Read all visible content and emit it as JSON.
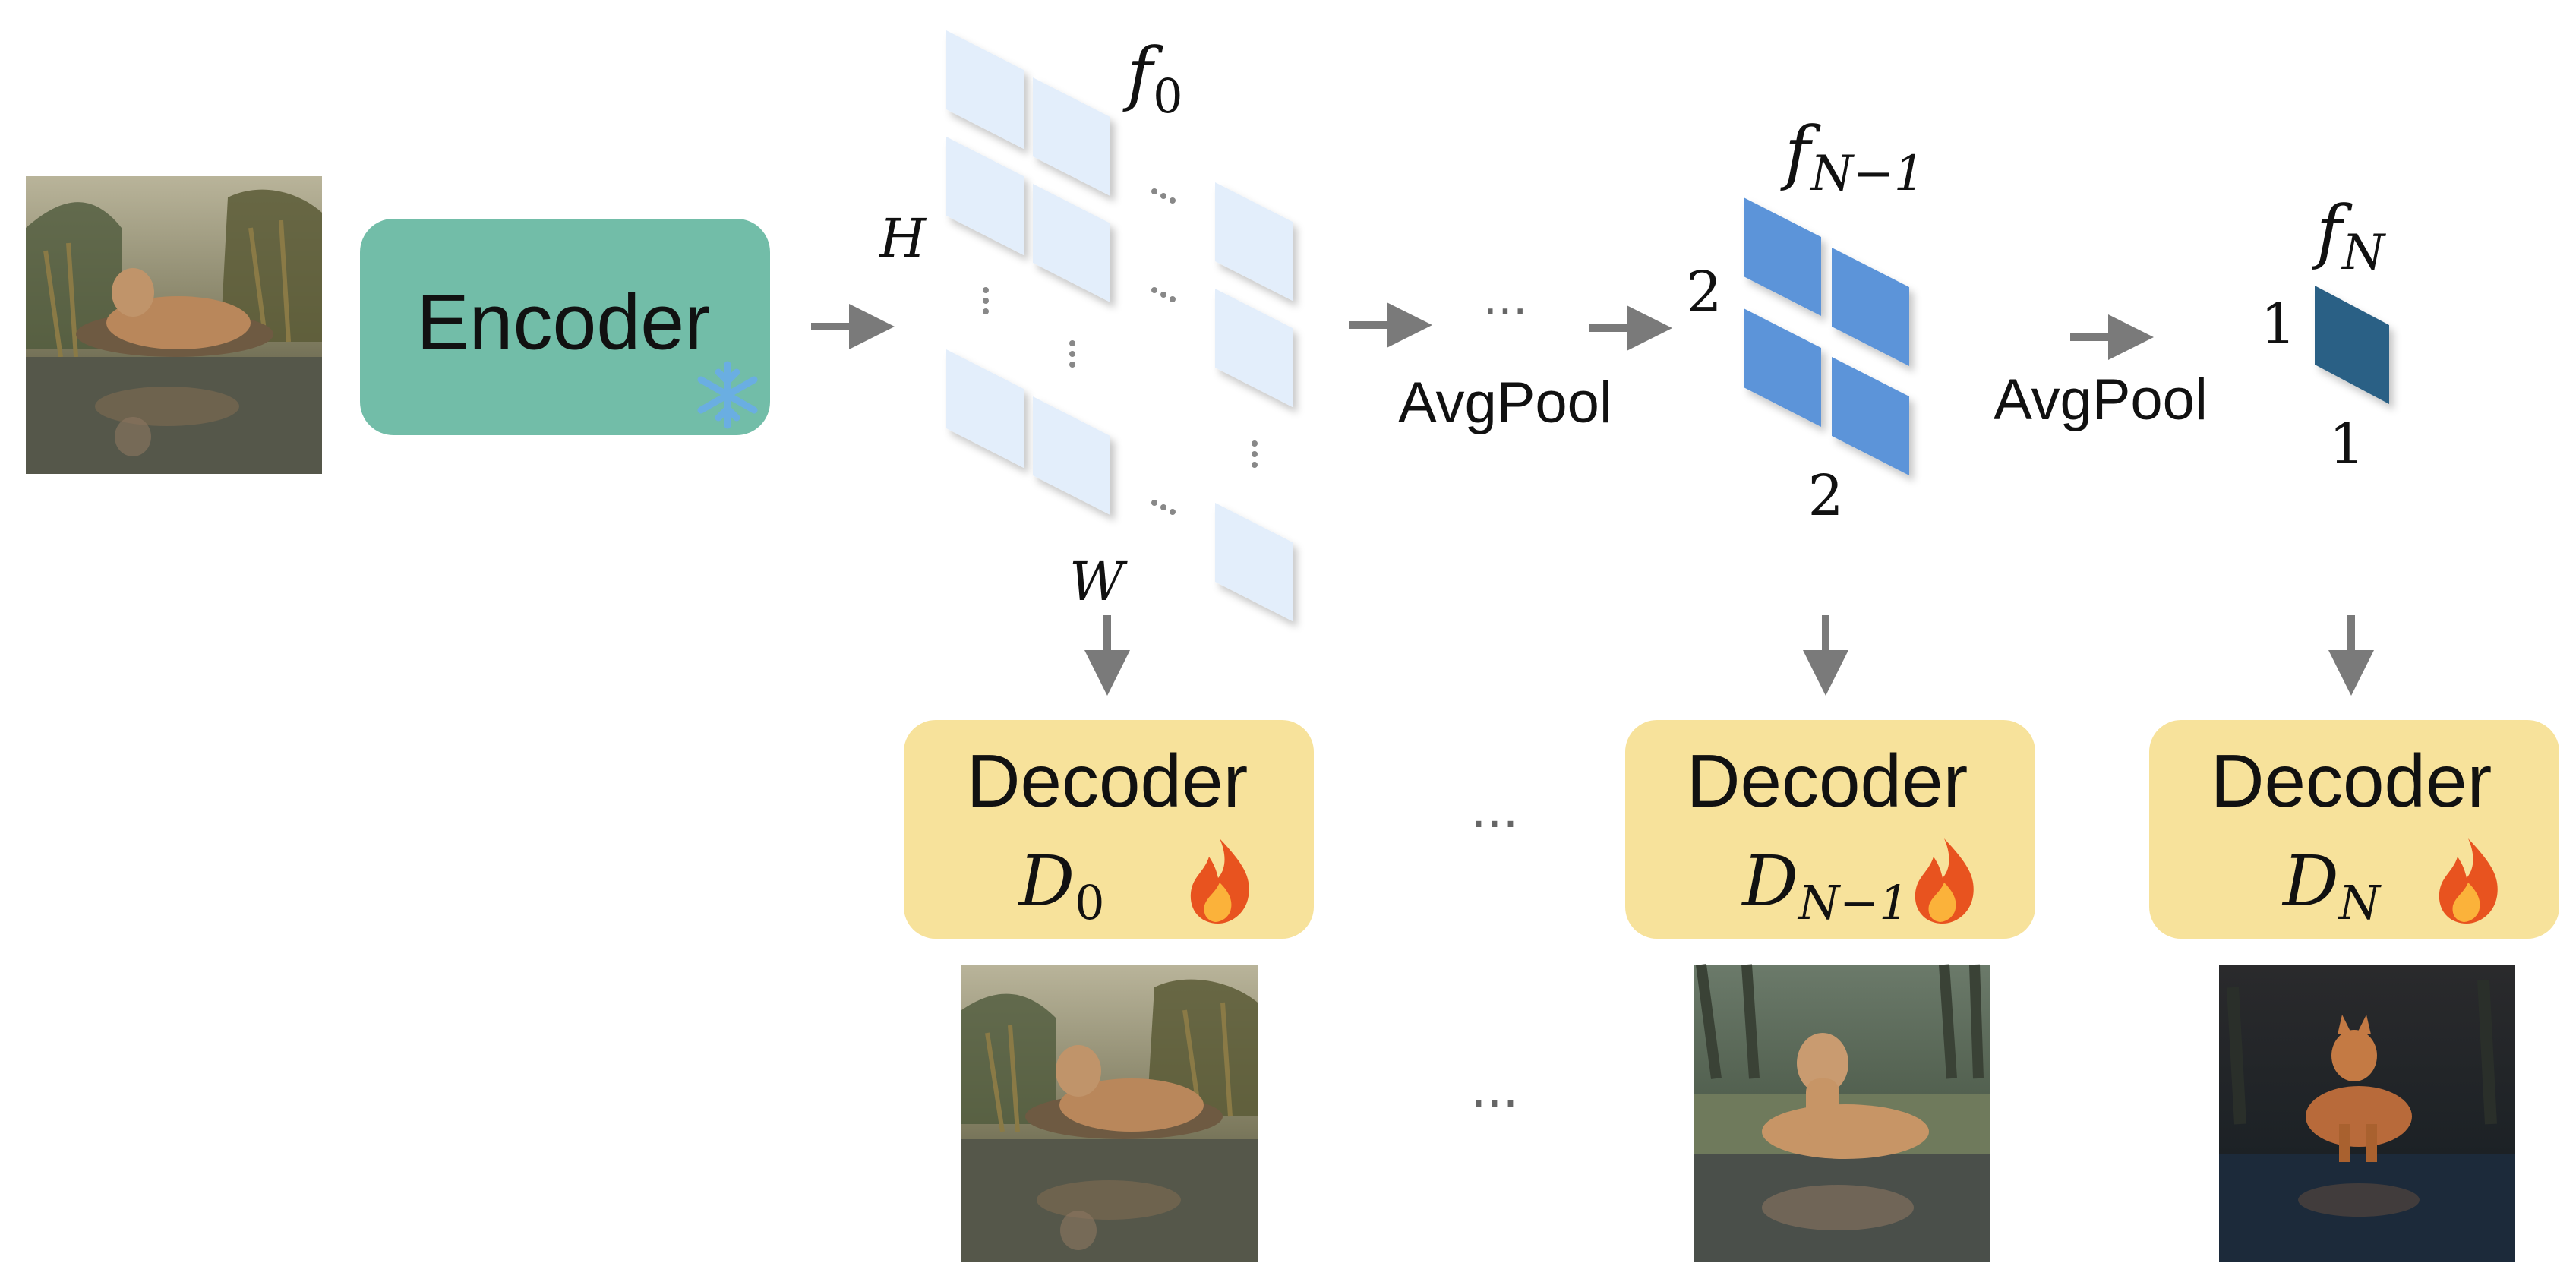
{
  "encoder": {
    "label": "Encoder",
    "icon": "snowflake-icon",
    "color": "#72bda8"
  },
  "features": {
    "f0": {
      "label": "f",
      "sub": "0",
      "height_label": "H",
      "width_label": "W",
      "color": "#e3eefb"
    },
    "fN_minus_1": {
      "label": "f",
      "sub": "N−1",
      "size_label_left": "2",
      "size_label_bottom": "2",
      "color": "#5b94d9"
    },
    "fN": {
      "label": "f",
      "sub": "N",
      "size_label_left": "1",
      "size_label_bottom": "1",
      "color": "#2c6085"
    }
  },
  "pooling": {
    "label_1": "AvgPool",
    "label_2": "AvgPool",
    "ellipsis": "···"
  },
  "decoders": [
    {
      "title": "Decoder",
      "symbol": "D",
      "sub": "0",
      "icon": "fire-icon"
    },
    {
      "title": "Decoder",
      "symbol": "D",
      "sub": "N−1",
      "icon": "fire-icon"
    },
    {
      "title": "Decoder",
      "symbol": "D",
      "sub": "N",
      "icon": "fire-icon"
    }
  ],
  "decoder_color": "#f7e29b",
  "arrow_color": "#7a7a7a",
  "middle_ellipsis": "···"
}
